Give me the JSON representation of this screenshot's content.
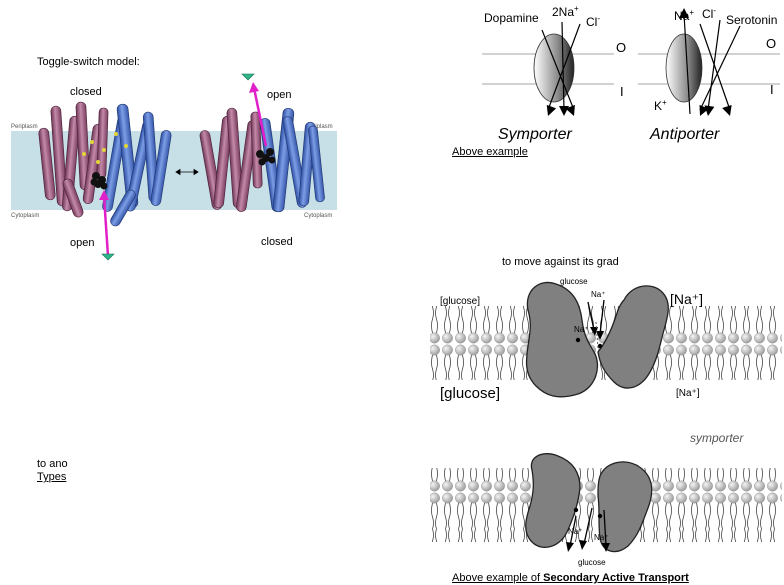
{
  "toggle": {
    "heading": "Toggle-switch model:",
    "closed_top": "closed",
    "open_bottom": "open",
    "open_top": "open",
    "closed_bottom": "closed",
    "periplasm": "Periplasm",
    "cytoplasm": "Cytoplasm"
  },
  "porter": {
    "dopamine": "Dopamine",
    "na2": "2Na",
    "na2_sup": "+",
    "cl": "Cl",
    "cl_sup": "-",
    "na": "Na",
    "na_sup": "+",
    "serotonin": "Serotonin",
    "k": "K",
    "k_sup": "+",
    "o": "O",
    "i": "I",
    "symporter": "Symporter",
    "antiporter": "Antiporter",
    "caption": "Above example"
  },
  "grad": {
    "label": "to move against its grad",
    "glucose_small": "[glucose]",
    "na_large": "[Na⁺]",
    "glucose_large": "[glucose]",
    "na_small": "[Na⁺]",
    "glucose": "glucose",
    "na_ion": "Na⁺"
  },
  "lower": {
    "to_ano": "to ano",
    "types": "Types",
    "symporter": "symporter",
    "glucose": "glucose",
    "na_ion": "Na⁺",
    "caption_prefix": "Above example of ",
    "caption_bold": "Secondary Active Transport"
  },
  "colors": {
    "membrane": "#c7dfe6",
    "pink_helix": "#b8789a",
    "blue_helix": "#5b7fd0",
    "magenta_arrow": "#e020c8",
    "teal_marker": "#2fb58a",
    "protein_gray": "#808080",
    "lipid_head": "#c8c8c8"
  }
}
